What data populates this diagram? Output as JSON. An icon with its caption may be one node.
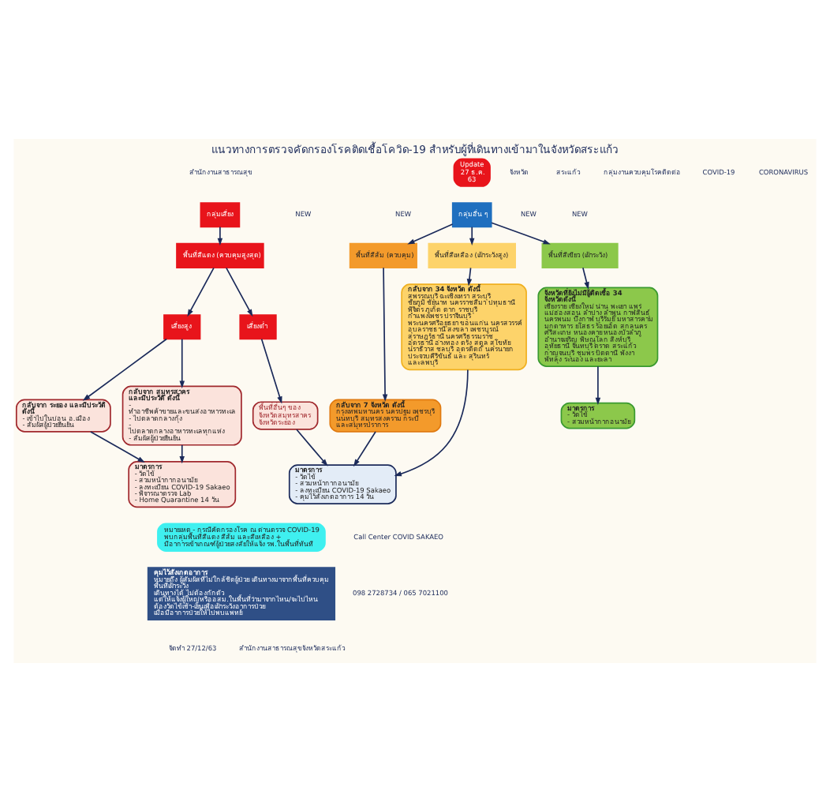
{
  "diagram": {
    "title": "แนวทางการตรวจคัดกรองโรคติดเชื้อโควิด-19 สำหรับผู้ที่เดินทางเข้ามาในจังหวัดสระแก้ว",
    "nodes": [
      {
        "text": [
          "กลุ่มเสี่ยง"
        ]
      },
      {
        "text": [
          "พื้นที่สีแดง (ควบคุมสูงสุด)"
        ]
      },
      {
        "text": [
          "เสี่ยงสูง"
        ]
      },
      {
        "text": [
          "เสี่ยงต่ำ"
        ]
      },
      {
        "text": [
          "กลับจาก สมุทรสาคร และมีประวัติ ดังนี้",
          "- ทำอาชีพค้าขายและขนส่งอาหารทะเล",
          "- ไปตลาดกลางกุ้ง",
          "- ไปตลาดกลางอาหารทะเลทุกแห่ง",
          "- สัมผัสผู้ป่วยยืนยัน"
        ]
      },
      {
        "text": [
          "กลับจาก ระยอง และมีประวัติ ดังนี้",
          "- เข้าไปในบ่อน อ.เมือง",
          "- สัมผัสผู้ป่วยยืนยัน"
        ]
      },
      {
        "text": [
          "พื้นที่อื่นๆ ของ จังหวัดสมุทรสาคร จังหวัดระยอง"
        ]
      },
      {
        "text": [
          "มาตรการ",
          "- วัดไข้",
          "- สวมหน้ากากอนามัย",
          "- ลงทะเบียน COVID-19 Sakaeo",
          "- พิจารณาตรวจ Lab",
          "- Home Quarantine 14 วัน"
        ]
      },
      {
        "text": [
          "กลุ่มอื่น ๆ"
        ]
      },
      {
        "text": [
          "พื้นที่สีส้ม (ควบคุม)"
        ]
      },
      {
        "text": [
          "พื้นที่สีเหลือง (เฝ้าระวังสูง)"
        ]
      },
      {
        "text": [
          "พื้นที่สีเขียว (เฝ้าระวัง)"
        ]
      },
      {
        "text": [
          "กลับจาก 7 จังหวัด ดังนี้",
          "กรุงเทพมหานคร นครปฐม เพชรบุรี นนทบุรี สมุทรสงคราม กระบี่ และสมุทรปราการ"
        ]
      },
      {
        "text": [
          "กลับจาก 34 จังหวัด ดังนี้",
          "สุพรรณบุรี ฉะเชิงเทรา สระบุรี ชัยภูมิ ชัยนาท นครราชสีมา ปทุมธานี พิจิตร ภูเก็ต ตาก ราชบุรี กำแพงเพชร ปราจีนบุรี พระนครศรีอยุธยา ขอนแก่น นครสวรรค์ อุบลราชธานี สงขลา เพชรบูรณ์ สุราษฎร์ธานี นครศรีธรรมราช อุดรธานี อ่างทอง ตรัง สตูล สุโขทัย นราธิวาส ชลบุรี อุตรดิตถ์ นครนายก ประจวบคีรีขันธ์ และ สุรินทร์ และลพบุรี"
        ]
      },
      {
        "text": [
          "จังหวัดที่ยังไม่มีผู้ติดเชื้อ 34 จังหวัดดังนี้",
          "เชียงราย เชียงใหม่ น่าน พะเยา แพร่ แม่ฮ่องสอน ลำปาง ลำพูน กาฬสินธุ์ นครพนม บึงกาฬ บุรีรัมย์ มหาสารคาม มุกดาหาร ยโสธร ร้อยเอ็ด สกลนคร ศรีสะเกษ หนองคาย หนองบัวลำภู อำนาจเจริญ พิษณุโลก สิงห์บุรี อุทัยธานี จันทบุรี ตราด สระแก้ว กาญจนบุรี ชุมพร ปัตตานี พังงา พัทลุง ระนอง และยะลา"
        ]
      },
      {
        "text": [
          "มาตรการ",
          "- วัดไข้",
          "- สวมหน้ากากอนามัย",
          "- ลงทะเบียน COVID-19 Sakaeo",
          "- คุมไว้สังเกตอาการ 14 วัน"
        ]
      },
      {
        "text": [
          "มาตรการ",
          "- วัดไข้",
          "- สวมหน้ากากอนามัย"
        ]
      },
      {
        "text": [
          "หมายเหตุ - กรณีคัดกรองโรค ณ ด่านตรวจ COVID-19 พบกลุ่มพื้นที่สีแดง สีส้ม และสีเหลือง + มีอาการเข้าเกณฑ์ผู้ป่วยสงสัยให้แจ้ง รพ.ในพื้นที่ทันที"
        ]
      },
      {
        "text": [
          "Update 27 ธ.ค. 63"
        ]
      },
      {
        "text": [
          "คุมไว้สังเกตอาการ",
          "หมายถึง ผู้สัมผัสที่ไม่ใกล้ชิดผู้ป่วย เดินทางมาจากพื้นที่ควบคุม พื้นที่เฝ้าระวัง",
          "เดินทางได้ ไม่ต้องกักตัว",
          "แต่ให้แจ้งผู้ใหญ่หรืออสม.ในพื้นที่ว่ามาจากไหน/จะไปไหน ต้องวัดไข้เช้า-เย็นเพื่อเฝ้าระวังอาการป่วย เมื่อมีอาการป่วยให้ไปพบแพทย์"
        ]
      }
    ],
    "edges": [
      {
        "from": 0,
        "to": 1,
        "arrow": "to"
      },
      {
        "from": 1,
        "to": 2,
        "arrow": "to"
      },
      {
        "from": 1,
        "to": 3,
        "arrow": "to"
      },
      {
        "from": 2,
        "to": 4,
        "arrow": "to"
      },
      {
        "from": 2,
        "to": 5,
        "arrow": "to"
      },
      {
        "from": 3,
        "to": 6,
        "arrow": "to"
      },
      {
        "from": 4,
        "to": 7,
        "arrow": "to"
      },
      {
        "from": 5,
        "to": 7,
        "arrow": "to"
      },
      {
        "from": 6,
        "to": 15,
        "arrow": "to"
      },
      {
        "from": 8,
        "to": 9,
        "arrow": "to"
      },
      {
        "from": 8,
        "to": 10,
        "arrow": "to"
      },
      {
        "from": 8,
        "to": 11,
        "arrow": "to"
      },
      {
        "from": 9,
        "to": 12,
        "arrow": "to"
      },
      {
        "from": 10,
        "to": 13,
        "arrow": "to"
      },
      {
        "from": 11,
        "to": 14,
        "arrow": "to"
      },
      {
        "from": 12,
        "to": 15,
        "arrow": "to"
      },
      {
        "from": 13,
        "to": 15,
        "arrow": "to"
      },
      {
        "from": 14,
        "to": 16,
        "arrow": "to"
      }
    ],
    "labels": [
      "สำนักงานสาธารณสุข",
      "จังหวัด",
      "สระแก้ว",
      "กลุ่มงานควบคุมโรคติดต่อ",
      "COVID-19",
      "CORONAVIRUS",
      "NEW",
      "NEW",
      "NEW",
      "NEW",
      "Call Center COVID SAKAEO",
      "098 2728734 / 065 7021100",
      "จัดทำ 27/12/63",
      "สำนักงานสาธารณสุขจังหวัดสระแก้ว"
    ]
  }
}
